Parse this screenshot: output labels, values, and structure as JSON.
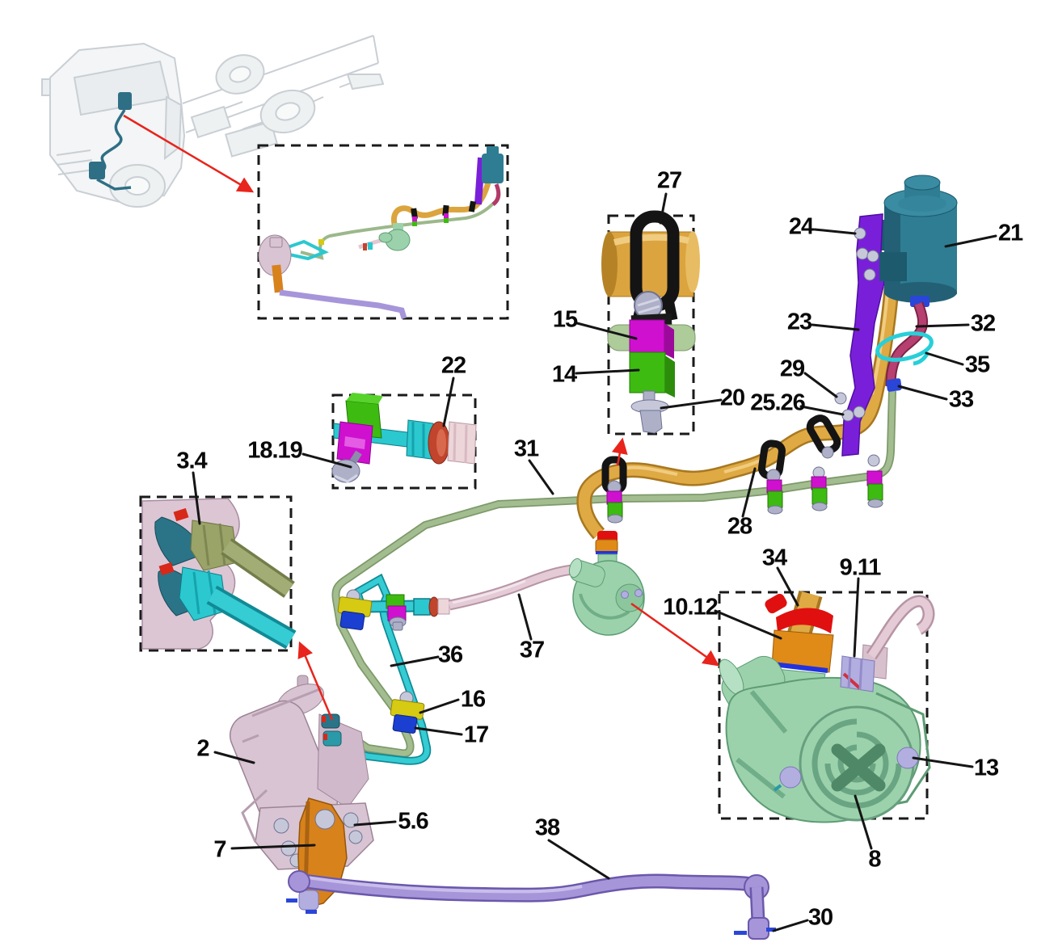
{
  "callouts": [
    {
      "label": "2"
    },
    {
      "label": "3.4"
    },
    {
      "label": "5.6"
    },
    {
      "label": "7"
    },
    {
      "label": "8"
    },
    {
      "label": "9.11"
    },
    {
      "label": "10.12"
    },
    {
      "label": "13"
    },
    {
      "label": "14"
    },
    {
      "label": "15"
    },
    {
      "label": "16"
    },
    {
      "label": "17"
    },
    {
      "label": "18.19"
    },
    {
      "label": "20"
    },
    {
      "label": "21"
    },
    {
      "label": "22"
    },
    {
      "label": "23"
    },
    {
      "label": "24"
    },
    {
      "label": "25.26"
    },
    {
      "label": "27"
    },
    {
      "label": "28"
    },
    {
      "label": "29"
    },
    {
      "label": "30"
    },
    {
      "label": "31"
    },
    {
      "label": "32"
    },
    {
      "label": "33"
    },
    {
      "label": "34"
    },
    {
      "label": "35"
    },
    {
      "label": "36"
    },
    {
      "label": "37"
    },
    {
      "label": "38"
    }
  ],
  "colors": {
    "reservoir_teal": "#2f7d92",
    "bracket_purple": "#7a1fd9",
    "pressure_hose_gold": "#dfa944",
    "return_pipe_sage": "#a3bd90",
    "suction_hose_pink": "#e4cbd6",
    "reservoir_hose_maroon": "#b64070",
    "steel_pipe_cyan": "#35ccd4",
    "pump_mint": "#9cd2ab",
    "gear_pink": "#d9c4d3",
    "pitman_arm_orange": "#d8821c",
    "drag_link_purple": "#a795da",
    "clamp_black": "#141414",
    "block_magenta": "#cf10cf",
    "block_green": "#3dbb10",
    "clamp_yellow": "#d6ca12",
    "block_blue": "#1b3fd0",
    "marker_red": "#e8241c",
    "bolt_gray": "#aeb0c8",
    "fitting_lavender": "#b3aee0",
    "fitting_orange": "#e08a18",
    "label_black": "#0a0a0a"
  }
}
